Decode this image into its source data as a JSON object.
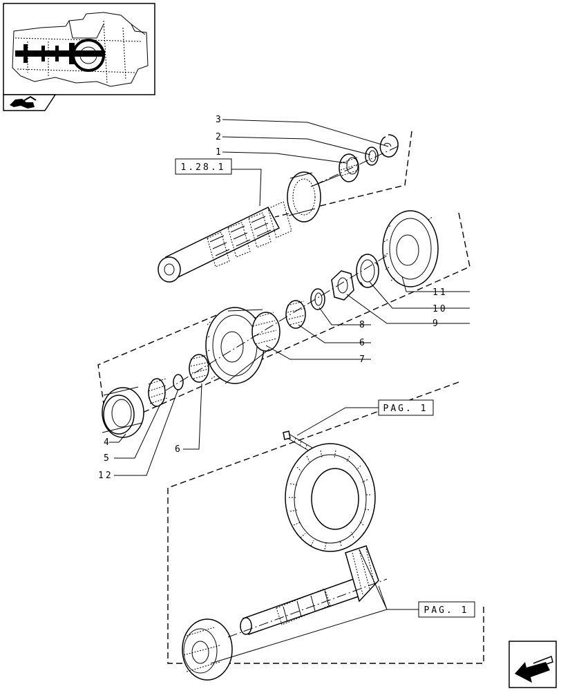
{
  "callouts": {
    "n1": "1",
    "n2": "2",
    "n3": "3",
    "n4": "4",
    "n5": "5",
    "n6a": "6",
    "n6b": "6",
    "n7": "7",
    "n8": "8",
    "n9": "9",
    "n10": "10",
    "n11": "11",
    "n12": "12"
  },
  "refs": {
    "shaft_ref": "1.28.1",
    "pag_top": "PAG. 1",
    "pag_bottom": "PAG. 1"
  },
  "icons": {
    "thumbnail": "transmission-overview-thumbnail",
    "section": "tractor-section-icon",
    "nav": "previous-page-arrow-icon"
  }
}
